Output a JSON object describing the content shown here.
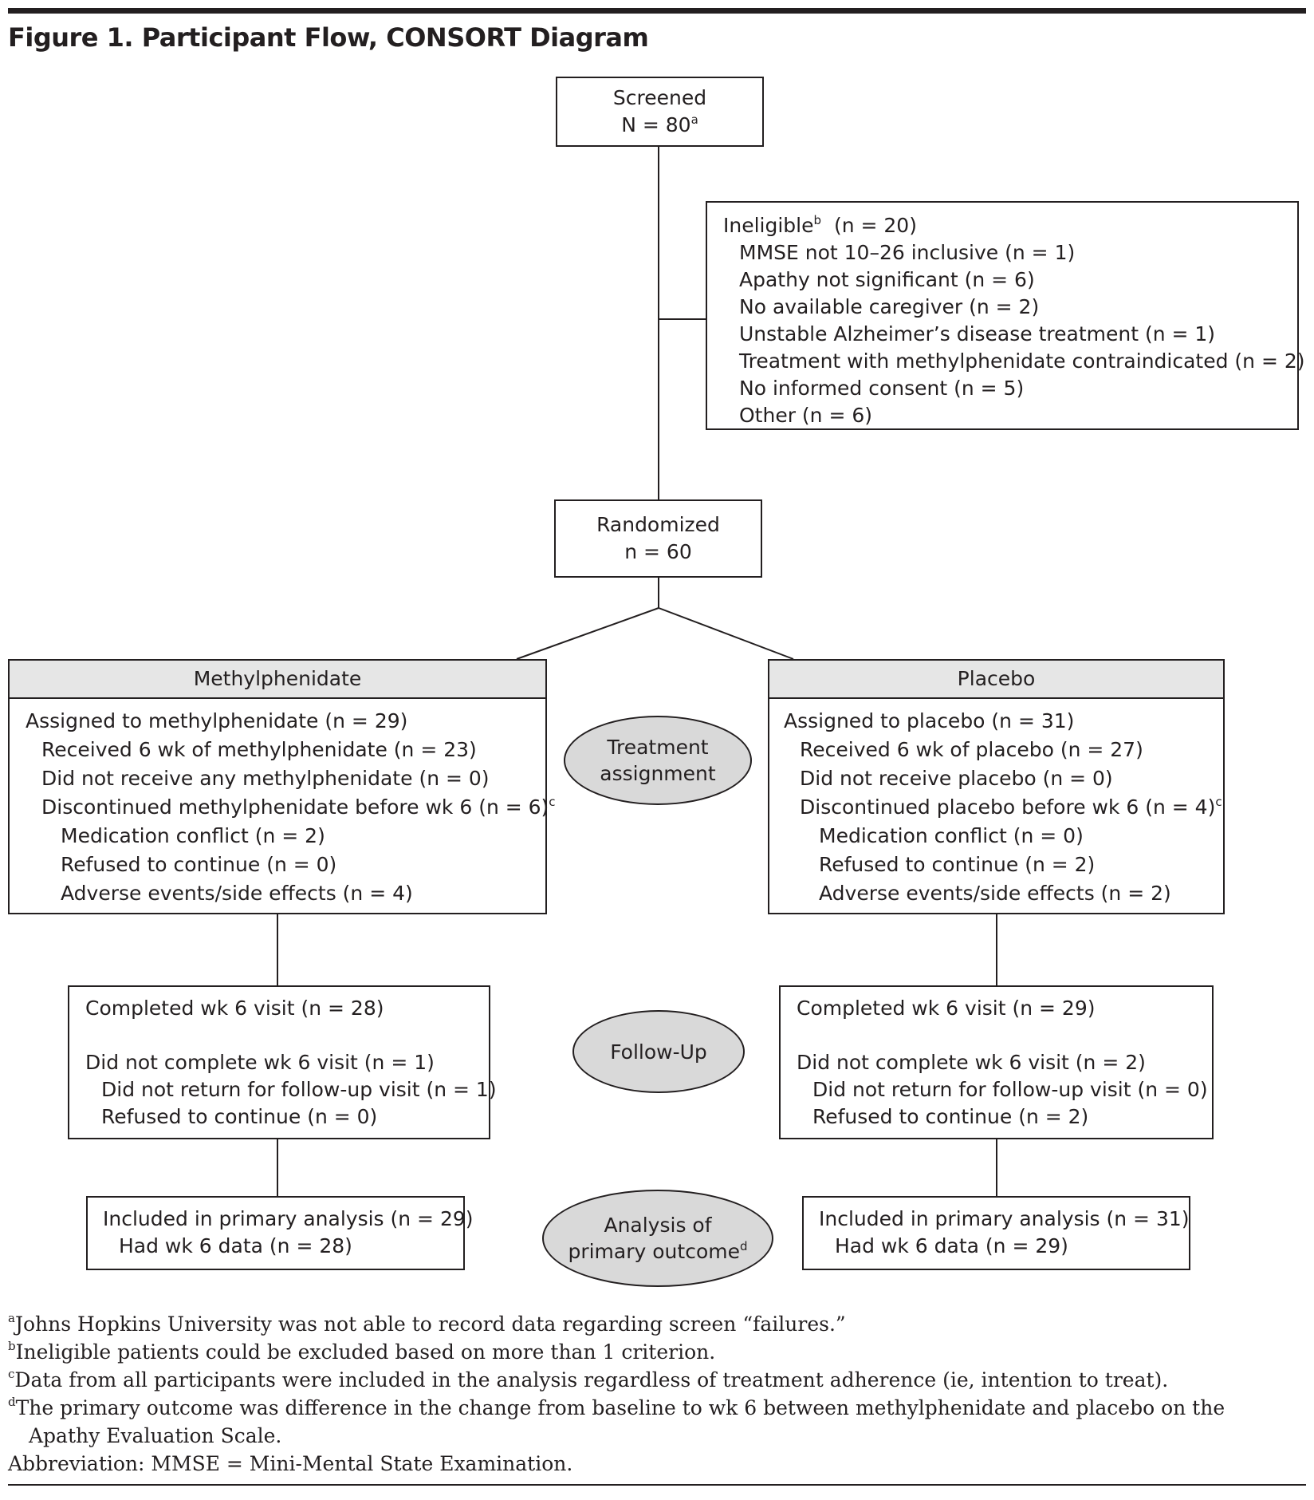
{
  "figure": {
    "title": "Figure 1. Participant Flow, CONSORT Diagram"
  },
  "screened": {
    "label": "Screened",
    "count": "N = 80",
    "sup": "a"
  },
  "ineligible": {
    "heading": "Ineligible",
    "heading_sup": "b",
    "heading_count": "(n = 20)",
    "reasons": [
      "MMSE not 10–26 inclusive (n = 1)",
      "Apathy not significant (n = 6)",
      "No available caregiver (n = 2)",
      "Unstable Alzheimer’s disease treatment (n = 1)",
      "Treatment with methylphenidate contraindicated (n = 2)",
      "No informed consent (n = 5)",
      "Other (n = 6)"
    ]
  },
  "randomized": {
    "label": "Randomized",
    "count": "n = 60"
  },
  "stages": {
    "treatment": [
      "Treatment",
      "assignment"
    ],
    "followup": "Follow-Up",
    "analysis": [
      "Analysis of",
      "primary outcome"
    ],
    "analysis_sup": "d"
  },
  "arms": {
    "methylphenidate": {
      "header": "Methylphenidate",
      "assigned": "Assigned to methylphenidate (n = 29)",
      "received": "Received 6 wk of methylphenidate (n = 23)",
      "not_received": "Did not receive any methylphenidate (n = 0)",
      "discontinued": "Discontinued methylphenidate before wk 6 (n = 6)",
      "discontinued_sup": "c",
      "reasons": [
        "Medication conflict (n = 2)",
        "Refused to continue (n = 0)",
        "Adverse events/side effects (n = 4)"
      ],
      "followup": {
        "completed": "Completed wk 6 visit (n = 28)",
        "not_completed": "Did not complete wk 6 visit (n = 1)",
        "details": [
          "Did not return for follow-up visit (n = 1)",
          "Refused to continue (n = 0)"
        ]
      },
      "analysis": {
        "included": "Included in primary analysis (n = 29)",
        "had_data": "Had wk 6 data (n = 28)"
      }
    },
    "placebo": {
      "header": "Placebo",
      "assigned": "Assigned to placebo (n = 31)",
      "received": "Received 6 wk of placebo (n = 27)",
      "not_received": "Did not receive placebo (n = 0)",
      "discontinued": "Discontinued placebo before wk 6 (n = 4)",
      "discontinued_sup": "c",
      "reasons": [
        "Medication conflict (n = 0)",
        "Refused to continue (n = 2)",
        "Adverse events/side effects (n = 2)"
      ],
      "followup": {
        "completed": "Completed wk 6 visit (n = 29)",
        "not_completed": "Did not complete wk 6 visit (n = 2)",
        "details": [
          "Did not return for follow-up visit (n = 0)",
          "Refused to continue (n = 2)"
        ]
      },
      "analysis": {
        "included": "Included in primary analysis (n = 31)",
        "had_data": "Had wk 6 data (n = 29)"
      }
    }
  },
  "footnotes": [
    {
      "mark": "a",
      "text": "Johns Hopkins University was not able to record data regarding screen “failures.”"
    },
    {
      "mark": "b",
      "text": "Ineligible patients could be excluded based on more than 1 criterion."
    },
    {
      "mark": "c",
      "text": "Data from all participants were included in the analysis regardless of treatment adherence (ie, intention to treat)."
    },
    {
      "mark": "d",
      "text": "The primary outcome was difference in the change from baseline to wk 6 between methylphenidate and placebo on the",
      "continuation": "Apathy Evaluation Scale."
    }
  ],
  "abbreviation": "Abbreviation: MMSE = Mini-Mental State Examination."
}
